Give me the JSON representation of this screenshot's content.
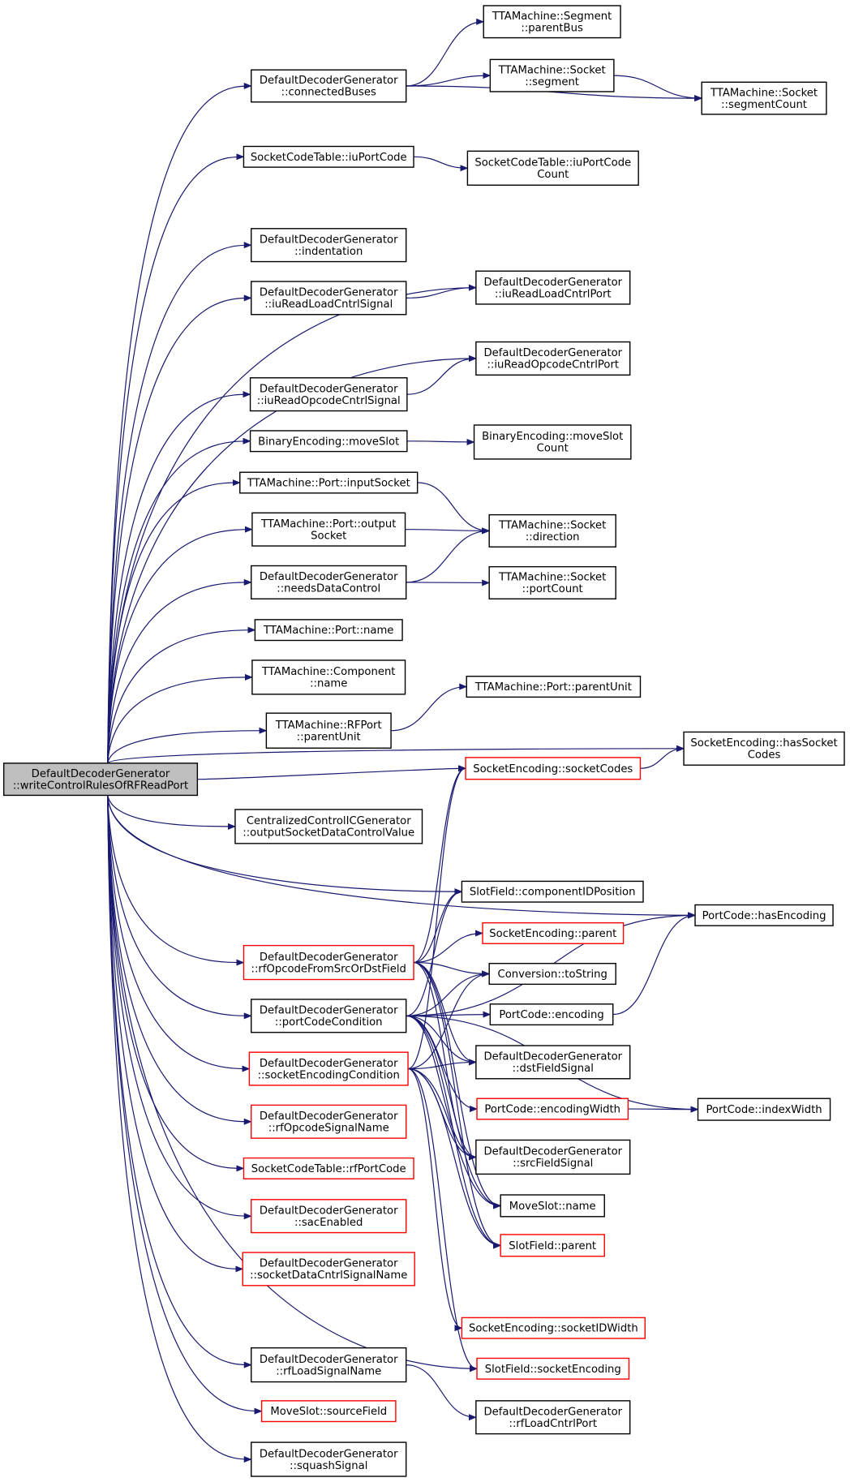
{
  "colors": {
    "edge": "#191970",
    "node_border": "#000000",
    "node_border_incomplete": "#ff0000",
    "root_fill": "#bfbfbf",
    "node_fill": "#ffffff"
  },
  "nodes": [
    {
      "id": "root",
      "lines": [
        "DefaultDecoderGenerator",
        "::writeControlRulesOfRFReadPort"
      ],
      "status": "root"
    },
    {
      "id": "n1",
      "lines": [
        "DefaultDecoderGenerator",
        "::connectedBuses"
      ],
      "status": "normal"
    },
    {
      "id": "n2",
      "lines": [
        "TTAMachine::Segment",
        "::parentBus"
      ],
      "status": "normal"
    },
    {
      "id": "n3",
      "lines": [
        "TTAMachine::Socket",
        "::segment"
      ],
      "status": "normal"
    },
    {
      "id": "n4",
      "lines": [
        "TTAMachine::Socket",
        "::segmentCount"
      ],
      "status": "normal"
    },
    {
      "id": "n5",
      "lines": [
        "SocketCodeTable::iuPortCode"
      ],
      "status": "normal"
    },
    {
      "id": "n6",
      "lines": [
        "SocketCodeTable::iuPortCode",
        "Count"
      ],
      "status": "normal"
    },
    {
      "id": "n7",
      "lines": [
        "DefaultDecoderGenerator",
        "::indentation"
      ],
      "status": "normal"
    },
    {
      "id": "n8",
      "lines": [
        "DefaultDecoderGenerator",
        "::iuReadLoadCntrlPort"
      ],
      "status": "normal"
    },
    {
      "id": "n9",
      "lines": [
        "DefaultDecoderGenerator",
        "::iuReadLoadCntrlSignal"
      ],
      "status": "normal"
    },
    {
      "id": "n10",
      "lines": [
        "DefaultDecoderGenerator",
        "::iuReadOpcodeCntrlPort"
      ],
      "status": "normal"
    },
    {
      "id": "n11",
      "lines": [
        "DefaultDecoderGenerator",
        "::iuReadOpcodeCntrlSignal"
      ],
      "status": "normal"
    },
    {
      "id": "n12",
      "lines": [
        "BinaryEncoding::moveSlot"
      ],
      "status": "normal"
    },
    {
      "id": "n13",
      "lines": [
        "BinaryEncoding::moveSlot",
        "Count"
      ],
      "status": "normal"
    },
    {
      "id": "n14",
      "lines": [
        "TTAMachine::Port::inputSocket"
      ],
      "status": "normal"
    },
    {
      "id": "n15",
      "lines": [
        "TTAMachine::Port::output",
        "Socket"
      ],
      "status": "normal"
    },
    {
      "id": "n16",
      "lines": [
        "TTAMachine::Socket",
        "::direction"
      ],
      "status": "normal"
    },
    {
      "id": "n17",
      "lines": [
        "DefaultDecoderGenerator",
        "::needsDataControl"
      ],
      "status": "normal"
    },
    {
      "id": "n18",
      "lines": [
        "TTAMachine::Socket",
        "::portCount"
      ],
      "status": "normal"
    },
    {
      "id": "n19",
      "lines": [
        "TTAMachine::Port::name"
      ],
      "status": "normal"
    },
    {
      "id": "n20",
      "lines": [
        "TTAMachine::Component",
        "::name"
      ],
      "status": "normal"
    },
    {
      "id": "n21",
      "lines": [
        "TTAMachine::Port::parentUnit"
      ],
      "status": "normal"
    },
    {
      "id": "n22",
      "lines": [
        "TTAMachine::RFPort",
        "::parentUnit"
      ],
      "status": "normal"
    },
    {
      "id": "n23",
      "lines": [
        "SocketEncoding::hasSocket",
        "Codes"
      ],
      "status": "normal"
    },
    {
      "id": "n24",
      "lines": [
        "SocketEncoding::socketCodes"
      ],
      "status": "incomplete"
    },
    {
      "id": "n25",
      "lines": [
        "CentralizedControlICGenerator",
        "::outputSocketDataControlValue"
      ],
      "status": "normal"
    },
    {
      "id": "n26",
      "lines": [
        "SlotField::componentIDPosition"
      ],
      "status": "normal"
    },
    {
      "id": "n27",
      "lines": [
        "PortCode::hasEncoding"
      ],
      "status": "normal"
    },
    {
      "id": "n28",
      "lines": [
        "SocketEncoding::parent"
      ],
      "status": "incomplete"
    },
    {
      "id": "n29",
      "lines": [
        "DefaultDecoderGenerator",
        "::rfOpcodeFromSrcOrDstField"
      ],
      "status": "incomplete"
    },
    {
      "id": "n30",
      "lines": [
        "Conversion::toString"
      ],
      "status": "normal"
    },
    {
      "id": "n31",
      "lines": [
        "DefaultDecoderGenerator",
        "::portCodeCondition"
      ],
      "status": "normal"
    },
    {
      "id": "n32",
      "lines": [
        "PortCode::encoding"
      ],
      "status": "normal"
    },
    {
      "id": "n33",
      "lines": [
        "DefaultDecoderGenerator",
        "::socketEncodingCondition"
      ],
      "status": "incomplete"
    },
    {
      "id": "n34",
      "lines": [
        "DefaultDecoderGenerator",
        "::dstFieldSignal"
      ],
      "status": "normal"
    },
    {
      "id": "n35",
      "lines": [
        "PortCode::encodingWidth"
      ],
      "status": "incomplete"
    },
    {
      "id": "n36",
      "lines": [
        "PortCode::indexWidth"
      ],
      "status": "normal"
    },
    {
      "id": "n37",
      "lines": [
        "DefaultDecoderGenerator",
        "::rfOpcodeSignalName"
      ],
      "status": "incomplete"
    },
    {
      "id": "n38",
      "lines": [
        "DefaultDecoderGenerator",
        "::srcFieldSignal"
      ],
      "status": "normal"
    },
    {
      "id": "n39",
      "lines": [
        "SocketCodeTable::rfPortCode"
      ],
      "status": "incomplete"
    },
    {
      "id": "n40",
      "lines": [
        "MoveSlot::name"
      ],
      "status": "normal"
    },
    {
      "id": "n41",
      "lines": [
        "DefaultDecoderGenerator",
        "::sacEnabled"
      ],
      "status": "incomplete"
    },
    {
      "id": "n42",
      "lines": [
        "SlotField::parent"
      ],
      "status": "incomplete"
    },
    {
      "id": "n43",
      "lines": [
        "DefaultDecoderGenerator",
        "::socketDataCntrlSignalName"
      ],
      "status": "incomplete"
    },
    {
      "id": "n44",
      "lines": [
        "SocketEncoding::socketIDWidth"
      ],
      "status": "incomplete"
    },
    {
      "id": "n45",
      "lines": [
        "DefaultDecoderGenerator",
        "::rfLoadSignalName"
      ],
      "status": "normal"
    },
    {
      "id": "n46",
      "lines": [
        "SlotField::socketEncoding"
      ],
      "status": "incomplete"
    },
    {
      "id": "n47",
      "lines": [
        "MoveSlot::sourceField"
      ],
      "status": "incomplete"
    },
    {
      "id": "n48",
      "lines": [
        "DefaultDecoderGenerator",
        "::rfLoadCntrlPort"
      ],
      "status": "normal"
    },
    {
      "id": "n49",
      "lines": [
        "DefaultDecoderGenerator",
        "::squashSignal"
      ],
      "status": "normal"
    }
  ],
  "edges": [
    [
      "root",
      "n1"
    ],
    [
      "root",
      "n5"
    ],
    [
      "root",
      "n7"
    ],
    [
      "root",
      "n8"
    ],
    [
      "root",
      "n9"
    ],
    [
      "root",
      "n10"
    ],
    [
      "root",
      "n11"
    ],
    [
      "root",
      "n12"
    ],
    [
      "root",
      "n14"
    ],
    [
      "root",
      "n15"
    ],
    [
      "root",
      "n17"
    ],
    [
      "root",
      "n19"
    ],
    [
      "root",
      "n20"
    ],
    [
      "root",
      "n22"
    ],
    [
      "root",
      "n23"
    ],
    [
      "root",
      "n24"
    ],
    [
      "root",
      "n25"
    ],
    [
      "root",
      "n26"
    ],
    [
      "root",
      "n27"
    ],
    [
      "root",
      "n29"
    ],
    [
      "root",
      "n31"
    ],
    [
      "root",
      "n33"
    ],
    [
      "root",
      "n37"
    ],
    [
      "root",
      "n39"
    ],
    [
      "root",
      "n41"
    ],
    [
      "root",
      "n43"
    ],
    [
      "root",
      "n45"
    ],
    [
      "root",
      "n46"
    ],
    [
      "root",
      "n47"
    ],
    [
      "root",
      "n49"
    ],
    [
      "n1",
      "n2"
    ],
    [
      "n1",
      "n3"
    ],
    [
      "n1",
      "n4"
    ],
    [
      "n3",
      "n4"
    ],
    [
      "n5",
      "n6"
    ],
    [
      "n9",
      "n8"
    ],
    [
      "n11",
      "n10"
    ],
    [
      "n12",
      "n13"
    ],
    [
      "n14",
      "n16"
    ],
    [
      "n15",
      "n16"
    ],
    [
      "n17",
      "n16"
    ],
    [
      "n17",
      "n18"
    ],
    [
      "n22",
      "n21"
    ],
    [
      "n24",
      "n23"
    ],
    [
      "n29",
      "n24"
    ],
    [
      "n29",
      "n26"
    ],
    [
      "n29",
      "n28"
    ],
    [
      "n29",
      "n30"
    ],
    [
      "n29",
      "n34"
    ],
    [
      "n29",
      "n38"
    ],
    [
      "n29",
      "n40"
    ],
    [
      "n29",
      "n42"
    ],
    [
      "n31",
      "n26"
    ],
    [
      "n31",
      "n27"
    ],
    [
      "n31",
      "n30"
    ],
    [
      "n31",
      "n32"
    ],
    [
      "n31",
      "n34"
    ],
    [
      "n31",
      "n35"
    ],
    [
      "n31",
      "n36"
    ],
    [
      "n31",
      "n38"
    ],
    [
      "n31",
      "n40"
    ],
    [
      "n31",
      "n42"
    ],
    [
      "n32",
      "n27"
    ],
    [
      "n35",
      "n36"
    ],
    [
      "n33",
      "n24"
    ],
    [
      "n33",
      "n30"
    ],
    [
      "n33",
      "n34"
    ],
    [
      "n33",
      "n38"
    ],
    [
      "n33",
      "n40"
    ],
    [
      "n33",
      "n42"
    ],
    [
      "n33",
      "n44"
    ],
    [
      "n33",
      "n46"
    ],
    [
      "n45",
      "n48"
    ]
  ]
}
